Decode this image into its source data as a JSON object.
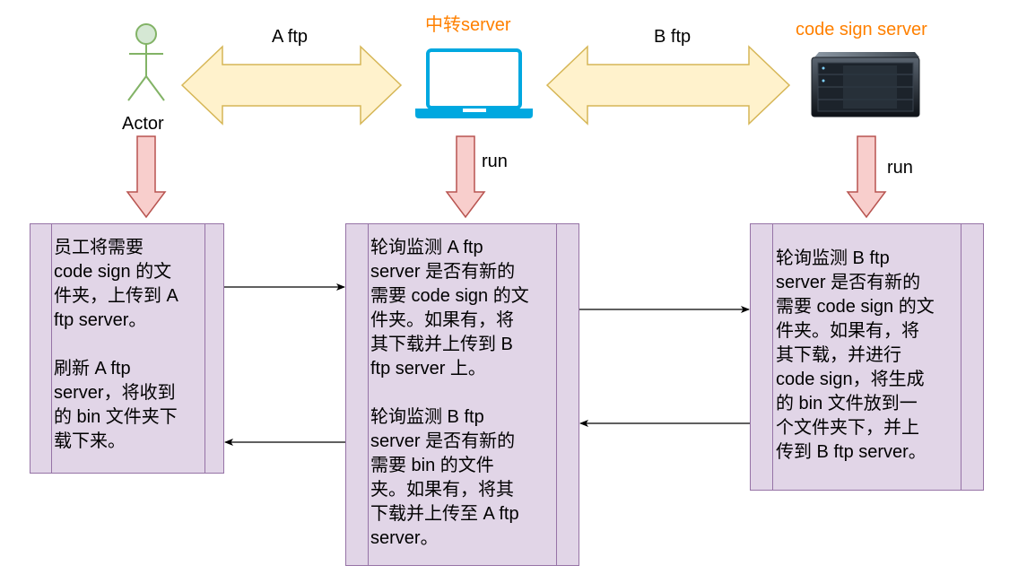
{
  "colors": {
    "orange": "#ff8000",
    "yellow_fill": "#fff2cc",
    "yellow_stroke": "#d6b656",
    "red_fill": "#f8cecc",
    "red_stroke": "#b85450",
    "purple_fill": "#e1d5e7",
    "purple_stroke": "#9673a6",
    "actor_fill": "#d5e8d4",
    "actor_stroke": "#82b366",
    "laptop_blue": "#00a8e0"
  },
  "actor": {
    "label": "Actor",
    "icon": "actor-icon"
  },
  "relay": {
    "label": "中转server",
    "icon": "laptop-icon"
  },
  "signer": {
    "label": "code sign server",
    "icon": "rack-server-icon"
  },
  "links": {
    "a_ftp": "A ftp",
    "b_ftp": "B ftp"
  },
  "run_labels": {
    "relay": "run",
    "signer": "run"
  },
  "boxes": {
    "actor": {
      "lines": [
        "员工将需要",
        "code sign 的文",
        "件夹，上传到 A",
        "ftp server。",
        "",
        "刷新 A ftp",
        "server，将收到",
        "的 bin 文件夹下",
        "载下来。"
      ]
    },
    "relay": {
      "lines": [
        "轮询监测 A ftp",
        "server 是否有新的",
        "需要 code sign 的文",
        "件夹。如果有，将",
        "其下载并上传到 B",
        "ftp server 上。",
        "",
        "轮询监测 B ftp",
        "server 是否有新的",
        "需要 bin 的文件",
        "夹。如果有，将其",
        "下载并上传至 A ftp",
        "server。"
      ]
    },
    "signer": {
      "lines": [
        "轮询监测 B ftp",
        "server 是否有新的",
        "需要 code sign 的文",
        "件夹。如果有，将",
        "其下载，并进行",
        "code sign，将生成",
        "的 bin 文件放到一",
        "个文件夹下，并上",
        "传到 B ftp server。"
      ]
    }
  }
}
